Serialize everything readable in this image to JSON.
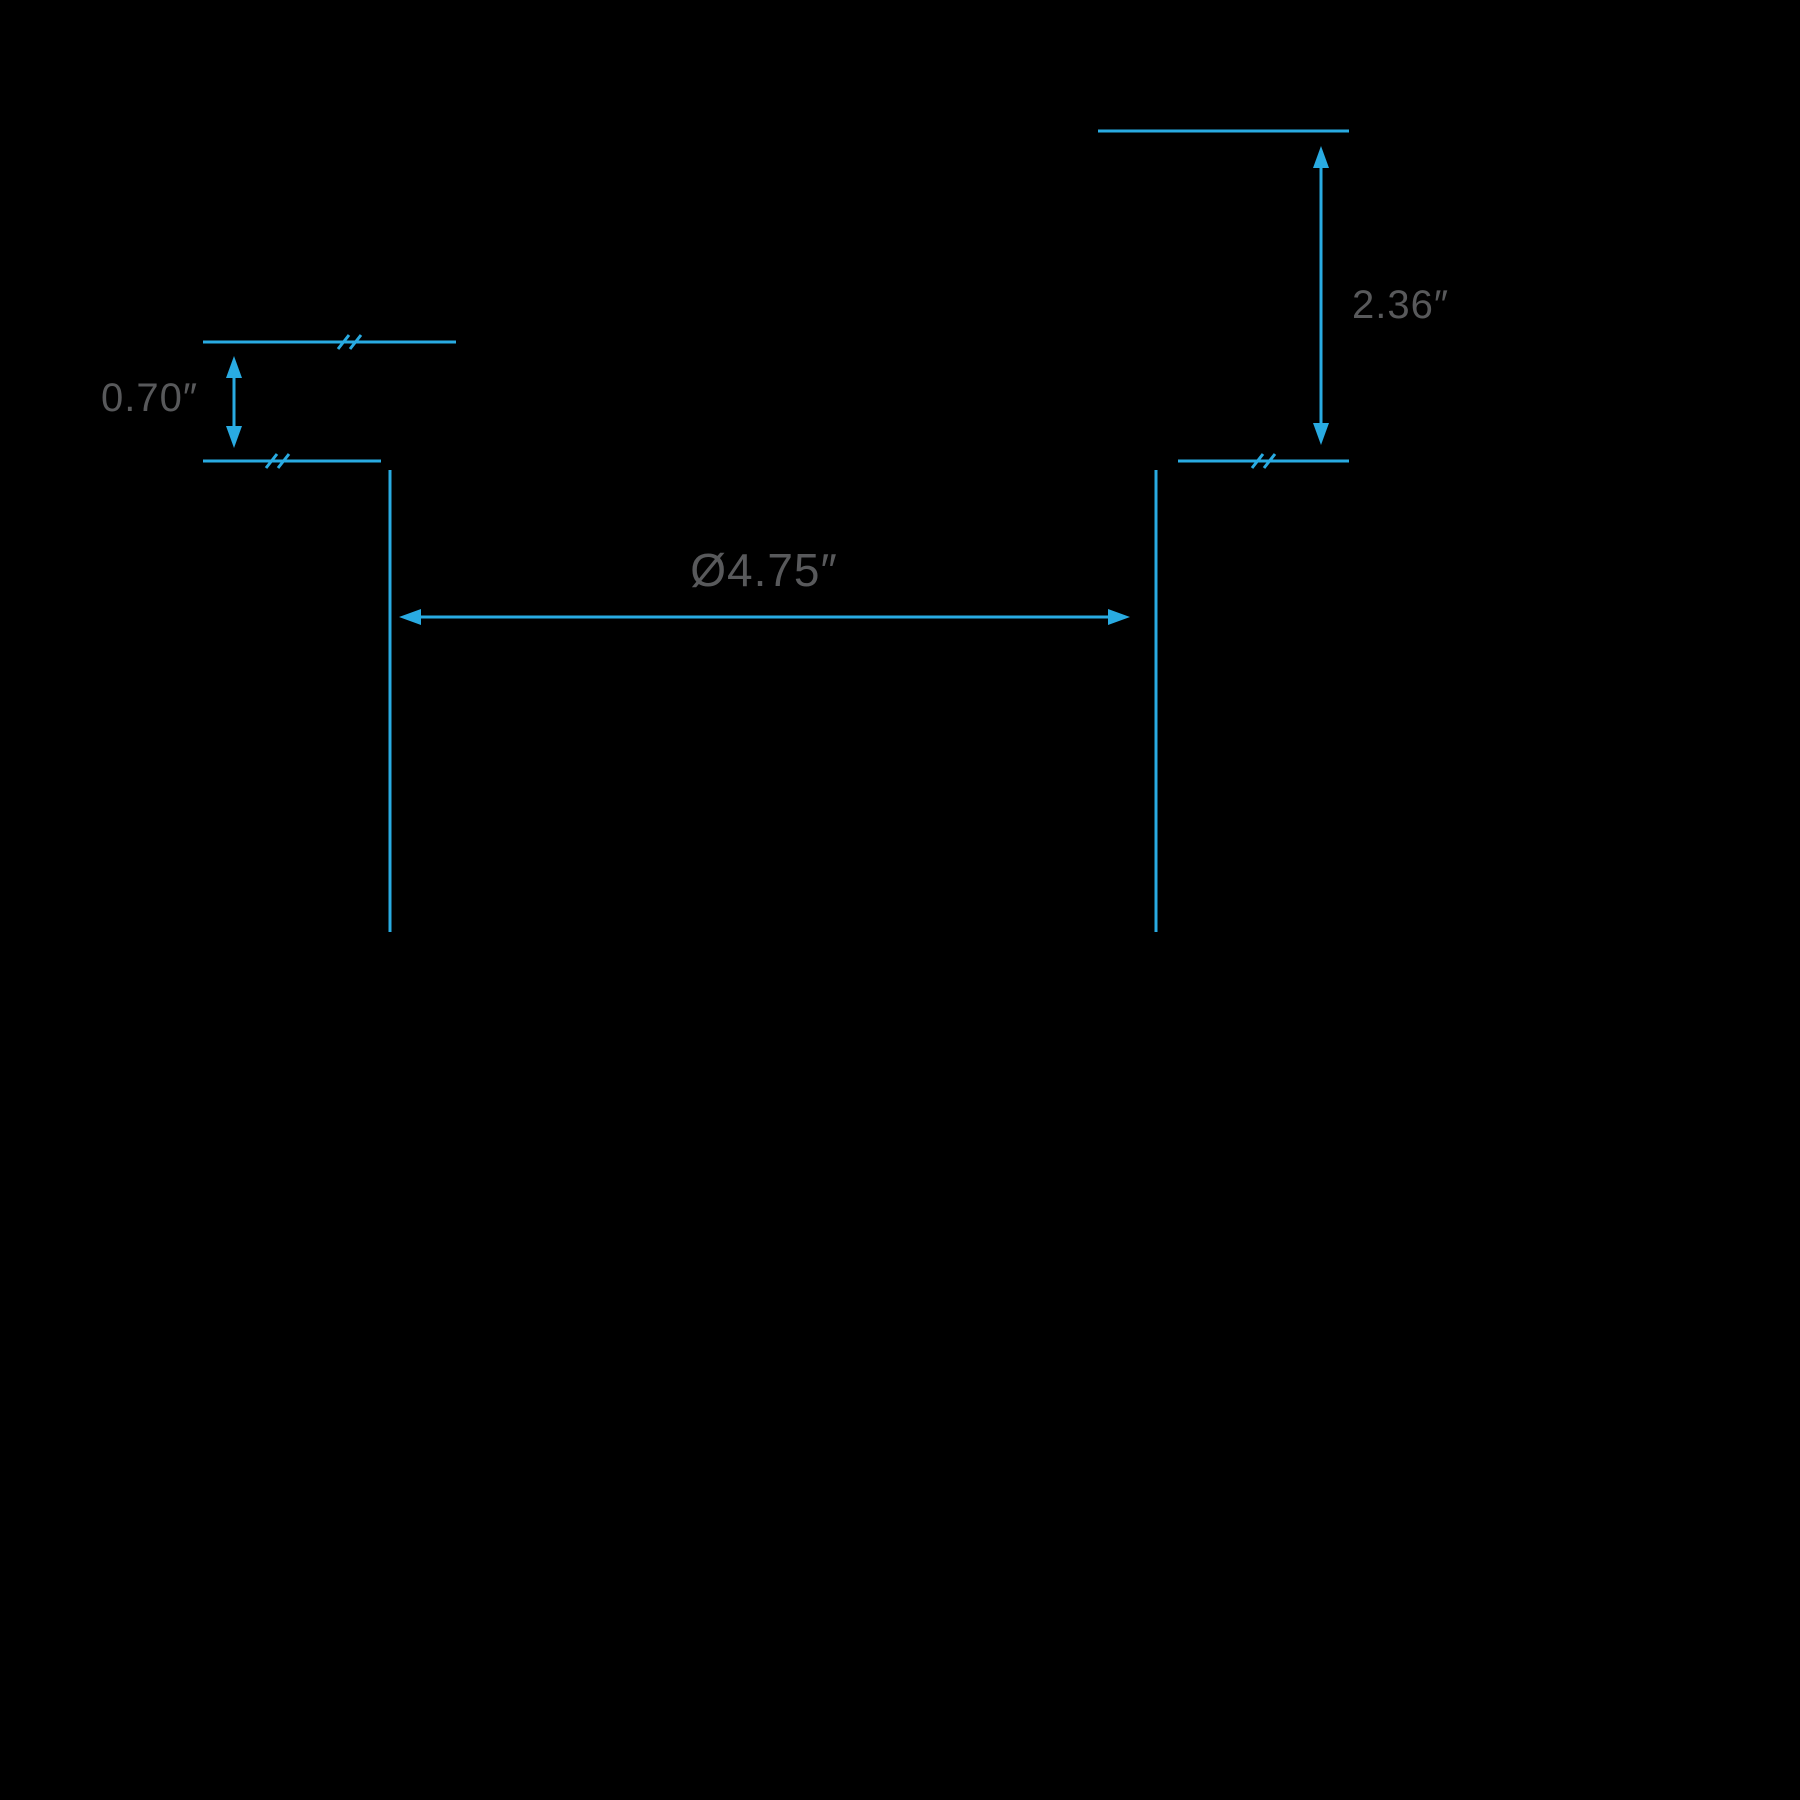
{
  "diagram": {
    "labels": {
      "recess_depth": "2.36″",
      "flange_height": "0.70″",
      "cutout_diameter": "Ø4.75″"
    },
    "colors": {
      "background": "#000000",
      "dimension_line": "#29abe2",
      "label_text": "#58595b"
    }
  }
}
